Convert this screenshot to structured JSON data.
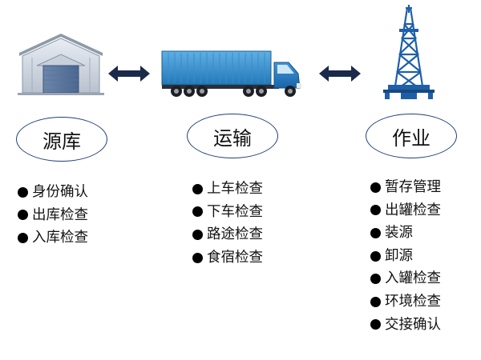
{
  "stages": [
    {
      "id": "source",
      "title": "源库",
      "icon": "warehouse-icon",
      "items": [
        "身份确认",
        "出库检查",
        "入库检查"
      ]
    },
    {
      "id": "transport",
      "title": "运输",
      "icon": "truck-icon",
      "items": [
        "上车检查",
        "下车检查",
        "路途检查",
        "食宿检查"
      ]
    },
    {
      "id": "operation",
      "title": "作业",
      "icon": "oil-derrick-icon",
      "items": [
        "暂存管理",
        "出罐检查",
        "装源",
        "卸源",
        "入罐检查",
        "环境检查",
        "交接确认"
      ]
    }
  ],
  "colors": {
    "ellipse_border": "#1f3f7a",
    "arrow": "#1b2a4a",
    "truck_container": "#2f8fd0",
    "truck_cab": "#1f78c0",
    "derrick": "#1e5fa8"
  }
}
